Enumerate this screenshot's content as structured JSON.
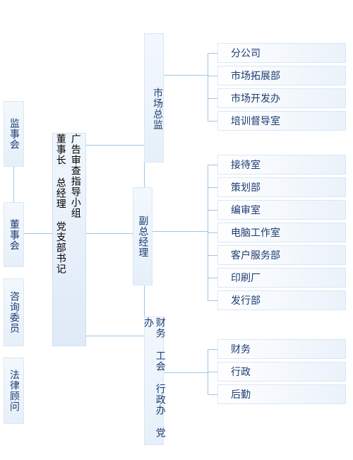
{
  "left_column": {
    "supervisory_board": "监事会",
    "board": "董事会",
    "advisory": "咨询委员",
    "legal": "法律顾问"
  },
  "chairman": {
    "title": "董事长 总经理 党支部书记",
    "ad_review": "广告审查指导小组"
  },
  "managers": {
    "market_director": "市场总监",
    "deputy_gm": "副总经理",
    "finance_union": "财务 工会 行政办 党办"
  },
  "market_units": [
    "分公司",
    "市场拓展部",
    "市场开发办",
    "培训督导室"
  ],
  "deputy_units": [
    "接待室",
    "策划部",
    "编审室",
    "电脑工作室",
    "客户服务部",
    "印刷厂",
    "发行部"
  ],
  "finance_units": [
    "财务",
    "行政",
    "后勤"
  ]
}
